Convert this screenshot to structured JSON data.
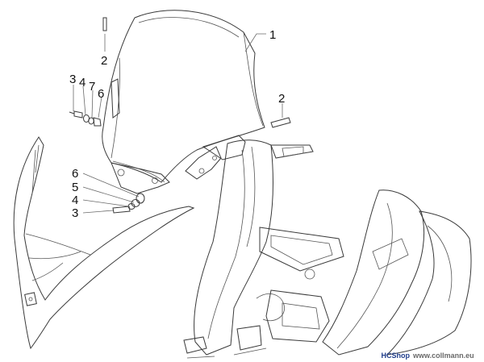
{
  "callouts": {
    "windscreen": "1",
    "pin_top": "2",
    "pin_right": "2",
    "upper_screw": "3",
    "upper_washer": "4",
    "upper_nut": "7",
    "upper_grommet": "6",
    "lower_grommet": "6",
    "lower_spacer": "5",
    "lower_washer": "4",
    "lower_screw": "3"
  },
  "footer": {
    "brand": "HCShop",
    "site": "www.collmann.eu"
  },
  "colors": {
    "line": "#3a3a3a",
    "glass_fill": "#efefef",
    "brand": "#1f3d8a",
    "site": "#6a6a6a"
  }
}
